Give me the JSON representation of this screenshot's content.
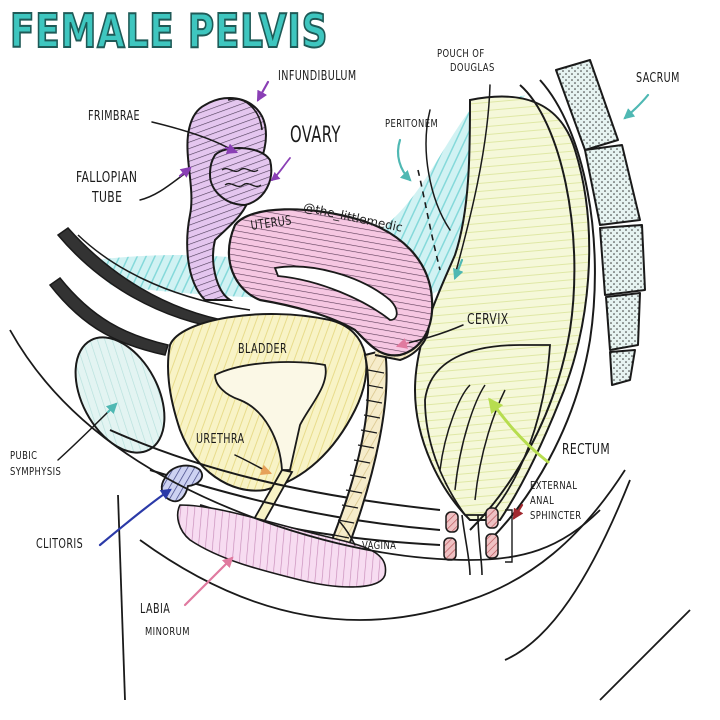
{
  "title": "FEMALE PELVIS",
  "credit": "@the_littlemedic",
  "labels": {
    "infundibulum": "INFUNDIBULUM",
    "frimbrae": "FRIMBRAE",
    "ovary": "OVARY",
    "fallopian_tube_1": "FALLOPIAN",
    "fallopian_tube_2": "TUBE",
    "uterus": "UTERUS",
    "pouch_of_douglas_1": "POUCH OF",
    "pouch_of_douglas_2": "DOUGLAS",
    "peritonem": "PERITONEM",
    "sacrum": "SACRUM",
    "cervix": "CERVIX",
    "bladder": "BLADDER",
    "urethra": "URETHRA",
    "rectum": "RECTUM",
    "external_anal_sphincter_1": "EXTERNAL",
    "external_anal_sphincter_2": "ANAL",
    "external_anal_sphincter_3": "SPHINCTER",
    "pubic_symphysis_1": "PUBIC",
    "pubic_symphysis_2": "SYMPHYSIS",
    "clitoris": "CLITORIS",
    "vagina": "VAGINA",
    "labia_minorum_1": "LABIA",
    "labia_minorum_2": "MINORUM"
  },
  "colors": {
    "title_fill": "#3ec6bf",
    "uterus": "#f2b6d8",
    "fallopian": "#d9b8e6",
    "bladder": "#f5efb8",
    "rectum": "#eef3c2",
    "peritoneum": "#9fe3e6",
    "pubic_symphysis": "#d8f0ee",
    "sacrum": "#e3f1ef",
    "clitoris": "#b9bde8",
    "labia": "#f1cdea",
    "sphincter": "#e7a9ab",
    "vagina": "#f3e6c2",
    "outline": "#1a1a1a",
    "arrow_purple": "#8a3fb5",
    "arrow_teal": "#4fb8b3",
    "arrow_green": "#b7dd4f",
    "arrow_orange": "#e6a15a",
    "arrow_blue": "#2b3aa8",
    "arrow_pink": "#e07a9f",
    "arrow_red": "#a1282f"
  }
}
